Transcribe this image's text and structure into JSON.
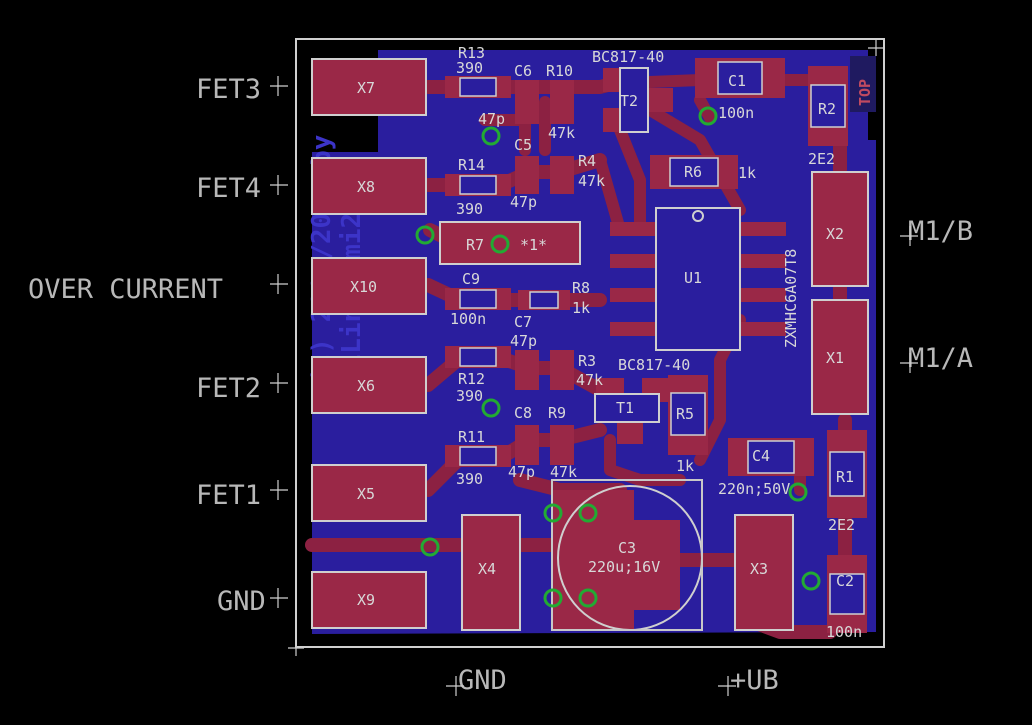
{
  "colors": {
    "background": "#000000",
    "copper_bottom": "#2a1e9e",
    "copper_top": "#9a2847",
    "silkscreen": "#c8c8c8",
    "via": "#22aa33"
  },
  "external_labels": [
    "FET3",
    "FET4",
    "OVER CURRENT",
    "FET2",
    "FET1",
    "GND",
    "M1/B",
    "M1/A",
    "GND",
    "+UB"
  ],
  "connectors": [
    "X7",
    "X8",
    "X10",
    "X6",
    "X5",
    "X9",
    "X4",
    "X3",
    "X2",
    "X1"
  ],
  "parts": [
    {
      "ref": "R13",
      "value": "390"
    },
    {
      "ref": "C6",
      "value": "47p"
    },
    {
      "ref": "R10",
      "value": "47k"
    },
    {
      "ref": "T2",
      "value": "BC817-40"
    },
    {
      "ref": "C1",
      "value": "100n"
    },
    {
      "ref": "R2",
      "value": "2E2"
    },
    {
      "ref": "C5",
      "value": "47p"
    },
    {
      "ref": "R4",
      "value": "47k"
    },
    {
      "ref": "R14",
      "value": "390"
    },
    {
      "ref": "R6",
      "value": "1k"
    },
    {
      "ref": "R7",
      "value": "*1*"
    },
    {
      "ref": "U1",
      "value": "ZXMHC6A07T8"
    },
    {
      "ref": "C9",
      "value": "100n"
    },
    {
      "ref": "R8",
      "value": "1k"
    },
    {
      "ref": "C7",
      "value": "47p"
    },
    {
      "ref": "R3",
      "value": "47k"
    },
    {
      "ref": "T1",
      "value": "BC817-40"
    },
    {
      "ref": "R12",
      "value": "390"
    },
    {
      "ref": "R5",
      "value": "1k"
    },
    {
      "ref": "C8",
      "value": "47p"
    },
    {
      "ref": "R9",
      "value": "47k"
    },
    {
      "ref": "R11",
      "value": "390"
    },
    {
      "ref": "C4",
      "value": "220n;50V"
    },
    {
      "ref": "R1",
      "value": "2E2"
    },
    {
      "ref": "C3",
      "value": "220u;16V"
    },
    {
      "ref": "C2",
      "value": "100n"
    }
  ],
  "marks": [
    "TOP",
    "(c) 2005/2011 by",
    "ClLinde mi2"
  ]
}
